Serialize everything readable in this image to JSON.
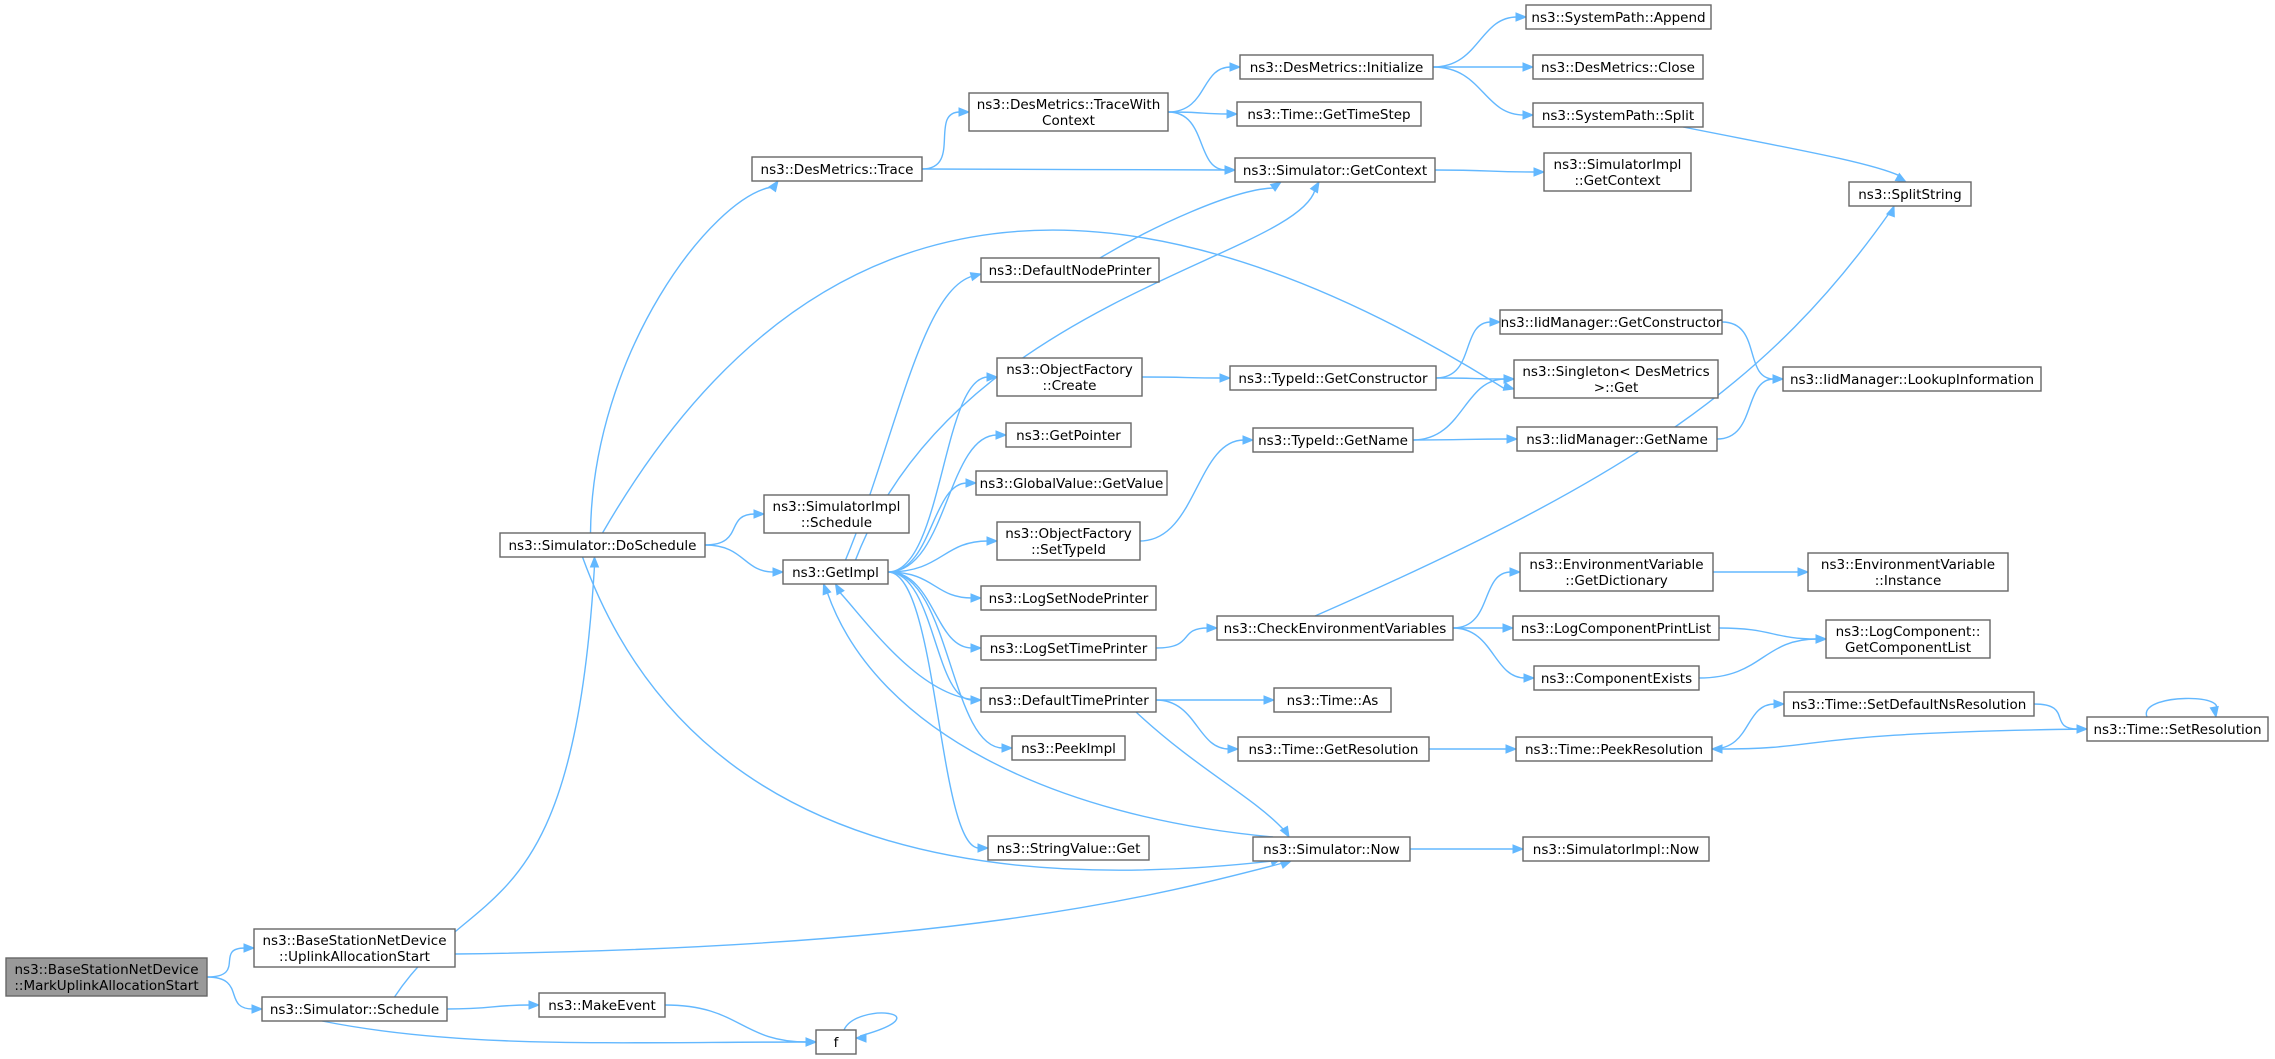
{
  "graph": {
    "edge_color": "#63b8ff",
    "node_border": "#666666",
    "root_fill": "#999999",
    "nodes": [
      {
        "id": "root",
        "lines": [
          "ns3::BaseStationNetDevice",
          "::MarkUplinkAllocationStart"
        ]
      },
      {
        "id": "uplink",
        "lines": [
          "ns3::BaseStationNetDevice",
          "::UplinkAllocationStart"
        ]
      },
      {
        "id": "schedule",
        "lines": [
          "ns3::Simulator::Schedule"
        ]
      },
      {
        "id": "makeevent",
        "lines": [
          "ns3::MakeEvent"
        ]
      },
      {
        "id": "f",
        "lines": [
          "f"
        ]
      },
      {
        "id": "doschedule",
        "lines": [
          "ns3::Simulator::DoSchedule"
        ]
      },
      {
        "id": "implschedule",
        "lines": [
          "ns3::SimulatorImpl",
          "::Schedule"
        ]
      },
      {
        "id": "getimpl",
        "lines": [
          "ns3::GetImpl"
        ]
      },
      {
        "id": "trace",
        "lines": [
          "ns3::DesMetrics::Trace"
        ]
      },
      {
        "id": "tracewith",
        "lines": [
          "ns3::DesMetrics::TraceWith",
          "Context"
        ]
      },
      {
        "id": "initialize",
        "lines": [
          "ns3::DesMetrics::Initialize"
        ]
      },
      {
        "id": "append",
        "lines": [
          "ns3::SystemPath::Append"
        ]
      },
      {
        "id": "close",
        "lines": [
          "ns3::DesMetrics::Close"
        ]
      },
      {
        "id": "split",
        "lines": [
          "ns3::SystemPath::Split"
        ]
      },
      {
        "id": "splitstring",
        "lines": [
          "ns3::SplitString"
        ]
      },
      {
        "id": "gettimestep",
        "lines": [
          "ns3::Time::GetTimeStep"
        ]
      },
      {
        "id": "getcontext",
        "lines": [
          "ns3::Simulator::GetContext"
        ]
      },
      {
        "id": "implgetcontext",
        "lines": [
          "ns3::SimulatorImpl",
          "::GetContext"
        ]
      },
      {
        "id": "defnodeprinter",
        "lines": [
          "ns3::DefaultNodePrinter"
        ]
      },
      {
        "id": "ofcreate",
        "lines": [
          "ns3::ObjectFactory",
          "::Create"
        ]
      },
      {
        "id": "getpointer",
        "lines": [
          "ns3::GetPointer"
        ]
      },
      {
        "id": "gvgetvalue",
        "lines": [
          "ns3::GlobalValue::GetValue"
        ]
      },
      {
        "id": "ofsettypeid",
        "lines": [
          "ns3::ObjectFactory",
          "::SetTypeId"
        ]
      },
      {
        "id": "logsetnode",
        "lines": [
          "ns3::LogSetNodePrinter"
        ]
      },
      {
        "id": "logsettime",
        "lines": [
          "ns3::LogSetTimePrinter"
        ]
      },
      {
        "id": "deftimeprinter",
        "lines": [
          "ns3::DefaultTimePrinter"
        ]
      },
      {
        "id": "peekimpl",
        "lines": [
          "ns3::PeekImpl"
        ]
      },
      {
        "id": "svget",
        "lines": [
          "ns3::StringValue::Get"
        ]
      },
      {
        "id": "tidgetctor",
        "lines": [
          "ns3::TypeId::GetConstructor"
        ]
      },
      {
        "id": "tidgetname",
        "lines": [
          "ns3::TypeId::GetName"
        ]
      },
      {
        "id": "iidgetctor",
        "lines": [
          "ns3::IidManager::GetConstructor"
        ]
      },
      {
        "id": "singleton",
        "lines": [
          "ns3::Singleton< DesMetrics",
          " >::Get"
        ]
      },
      {
        "id": "iidgetname",
        "lines": [
          "ns3::IidManager::GetName"
        ]
      },
      {
        "id": "lookupinfo",
        "lines": [
          "ns3::IidManager::LookupInformation"
        ]
      },
      {
        "id": "checkenv",
        "lines": [
          "ns3::CheckEnvironmentVariables"
        ]
      },
      {
        "id": "envgetdict",
        "lines": [
          "ns3::EnvironmentVariable",
          "::GetDictionary"
        ]
      },
      {
        "id": "envinstance",
        "lines": [
          "ns3::EnvironmentVariable",
          "::Instance"
        ]
      },
      {
        "id": "logcompprint",
        "lines": [
          "ns3::LogComponentPrintList"
        ]
      },
      {
        "id": "logcompget",
        "lines": [
          "ns3::LogComponent::",
          "GetComponentList"
        ]
      },
      {
        "id": "compexists",
        "lines": [
          "ns3::ComponentExists"
        ]
      },
      {
        "id": "timeas",
        "lines": [
          "ns3::Time::As"
        ]
      },
      {
        "id": "timegetres",
        "lines": [
          "ns3::Time::GetResolution"
        ]
      },
      {
        "id": "timepeekres",
        "lines": [
          "ns3::Time::PeekResolution"
        ]
      },
      {
        "id": "timesetdefault",
        "lines": [
          "ns3::Time::SetDefaultNsResolution"
        ]
      },
      {
        "id": "timesetres",
        "lines": [
          "ns3::Time::SetResolution"
        ]
      },
      {
        "id": "simnow",
        "lines": [
          "ns3::Simulator::Now"
        ]
      },
      {
        "id": "implnow",
        "lines": [
          "ns3::SimulatorImpl::Now"
        ]
      }
    ]
  }
}
